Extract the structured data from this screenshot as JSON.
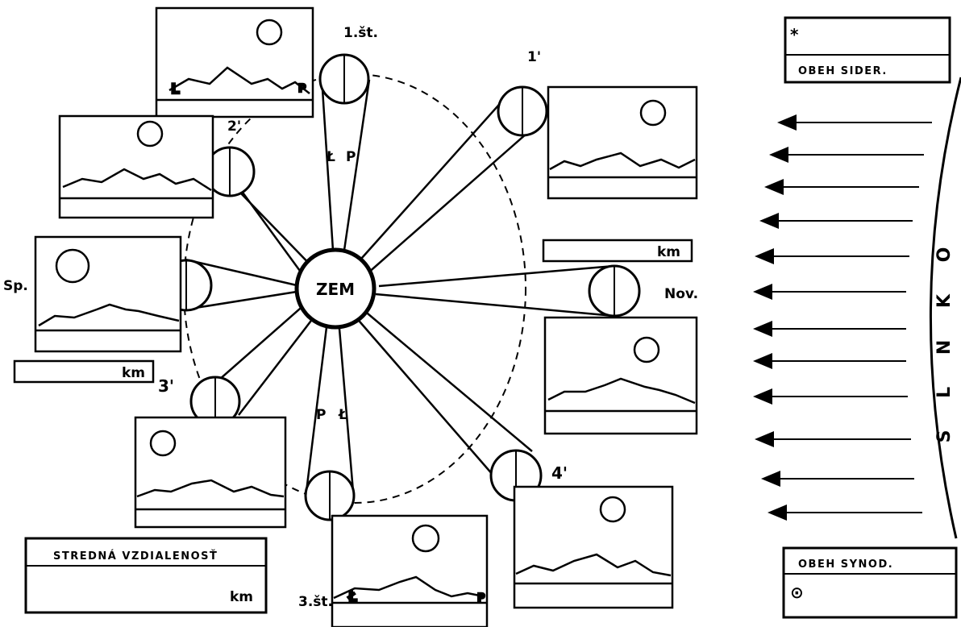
{
  "center": {
    "label": "ZEM"
  },
  "phases": {
    "first_quarter": "1.št.",
    "third_quarter": "3.št.",
    "new": "Nov.",
    "full": "Sp.",
    "p1": "1'",
    "p2": "2'",
    "p3": "3'",
    "p4": "4'"
  },
  "terminator_labels": {
    "top_L": "Ł",
    "top_P": "P",
    "bottom_P": "P",
    "bottom_L": "Ł",
    "panel_top_L": "L",
    "panel_top_P": "P",
    "panel_bottom_L": "Ł",
    "panel_bottom_P": "P"
  },
  "km_fields": {
    "right": "km",
    "left": "km",
    "mean_distance": "km"
  },
  "boxes": {
    "sidereal_star": "*",
    "sidereal": "OBEH SIDER.",
    "synodic": "OBEH SYNOD.",
    "synodic_sun": "⊙",
    "mean_distance": "STREDNÁ VZDIALENOSŤ"
  },
  "sun": {
    "label": "S L N K O"
  }
}
